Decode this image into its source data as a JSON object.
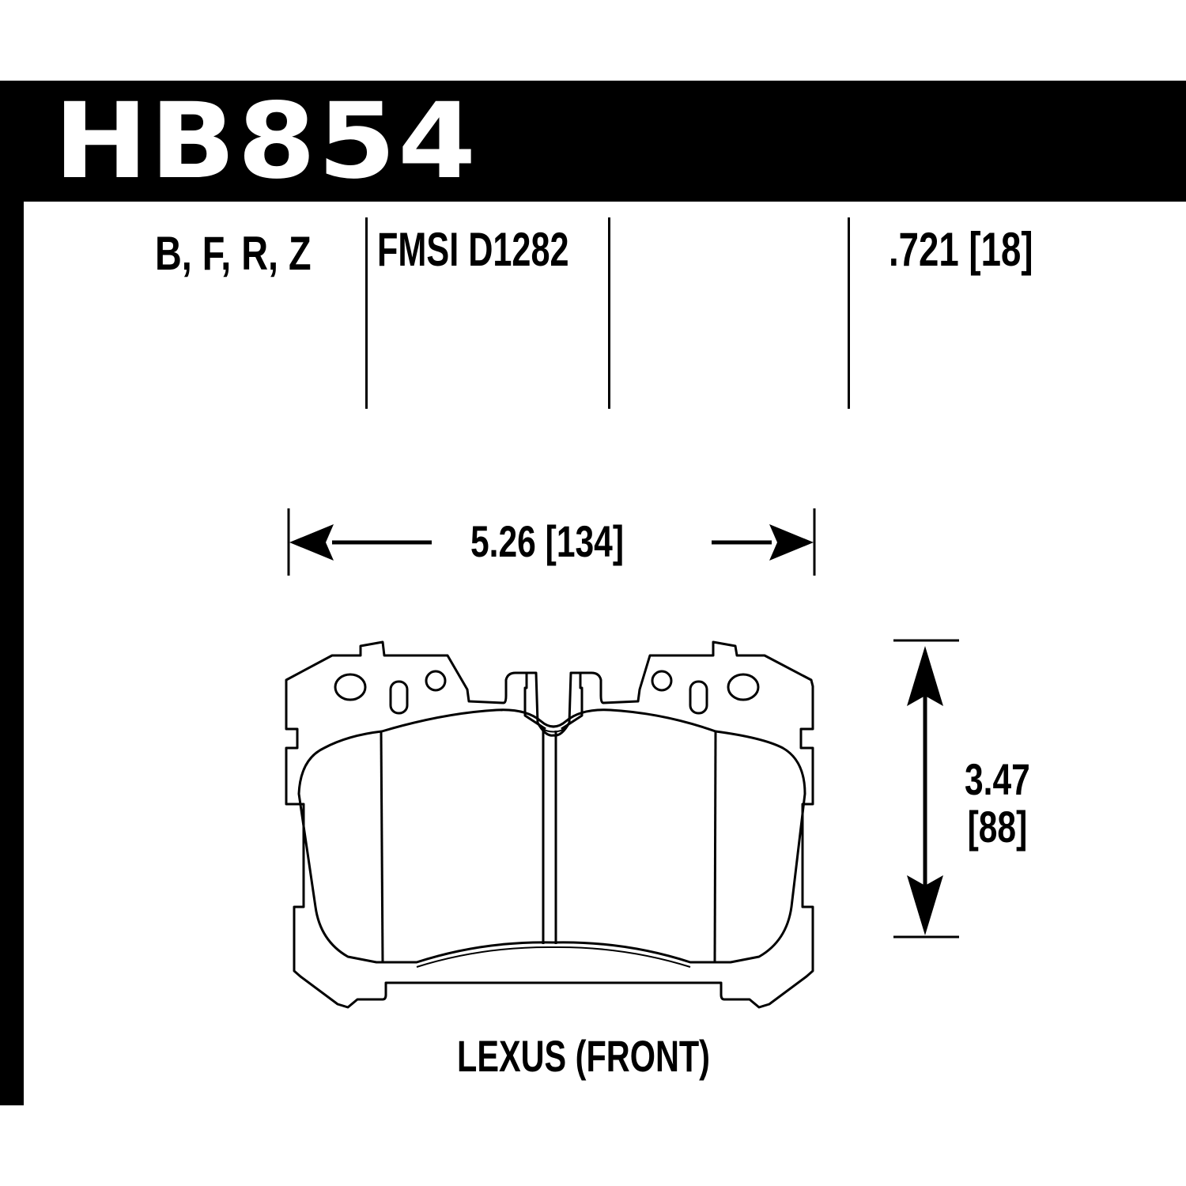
{
  "header": {
    "part_number": "HB854",
    "background_color": "#000000",
    "text_color": "#ffffff"
  },
  "specs": {
    "compounds": "B, F, R, Z",
    "fmsi": "FMSI D1282",
    "thickness": ".721 [18]"
  },
  "dimensions": {
    "width": "5.26  [134]",
    "height_in": "3.47",
    "height_mm": "[88]"
  },
  "application": "LEXUS (FRONT)",
  "drawing": {
    "subject": "brake-pad-outline",
    "line_color": "#000000"
  }
}
